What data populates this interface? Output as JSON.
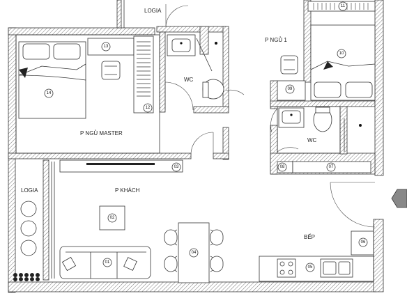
{
  "rooms": {
    "logia_top": "LOGIA",
    "bedroom1": "P NGỦ 1",
    "wc1": "WC",
    "wc2": "WC",
    "master": "P NGỦ MASTER",
    "living": "P KHÁCH",
    "logia_left": "LOGIA",
    "kitchen": "BẾP"
  },
  "items": {
    "i01": "01",
    "i02": "02",
    "i03": "03",
    "i04": "04",
    "i05": "05",
    "i06": "06",
    "i07": "07",
    "i08": "08",
    "i09": "09",
    "i10": "10",
    "i11": "11",
    "i12": "12",
    "i13": "13",
    "i14": "14"
  }
}
